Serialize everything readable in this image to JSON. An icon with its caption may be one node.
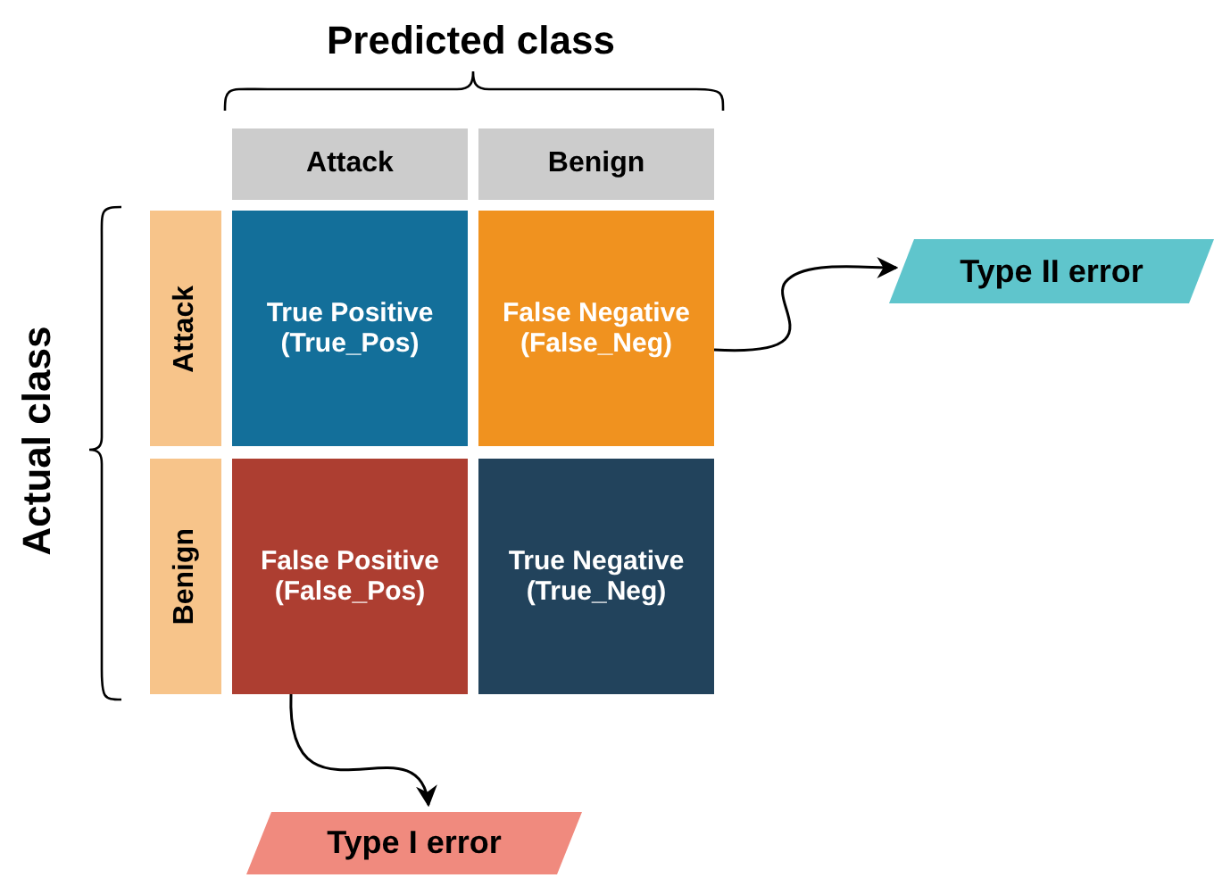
{
  "diagram": {
    "nodes": [
      {
        "text": [
          "Attack"
        ]
      },
      {
        "text": [
          "Benign"
        ]
      },
      {
        "text": [
          "Attack"
        ]
      },
      {
        "text": [
          "Benign"
        ]
      },
      {
        "text": [
          "True Positive (True_Pos)"
        ]
      },
      {
        "text": [
          "False Negative (False_Neg)"
        ]
      },
      {
        "text": [
          "False Positive (False_Pos)"
        ]
      },
      {
        "text": [
          "True Negative (True_Neg)"
        ]
      },
      {
        "text": [
          "Type II error"
        ]
      },
      {
        "text": [
          "Type I error"
        ]
      }
    ],
    "edges": [
      {
        "from": 5,
        "to": 8,
        "arrow": "to"
      },
      {
        "from": 6,
        "to": 9,
        "arrow": "to"
      }
    ],
    "labels": [
      "Predicted class",
      "Actual class"
    ]
  }
}
